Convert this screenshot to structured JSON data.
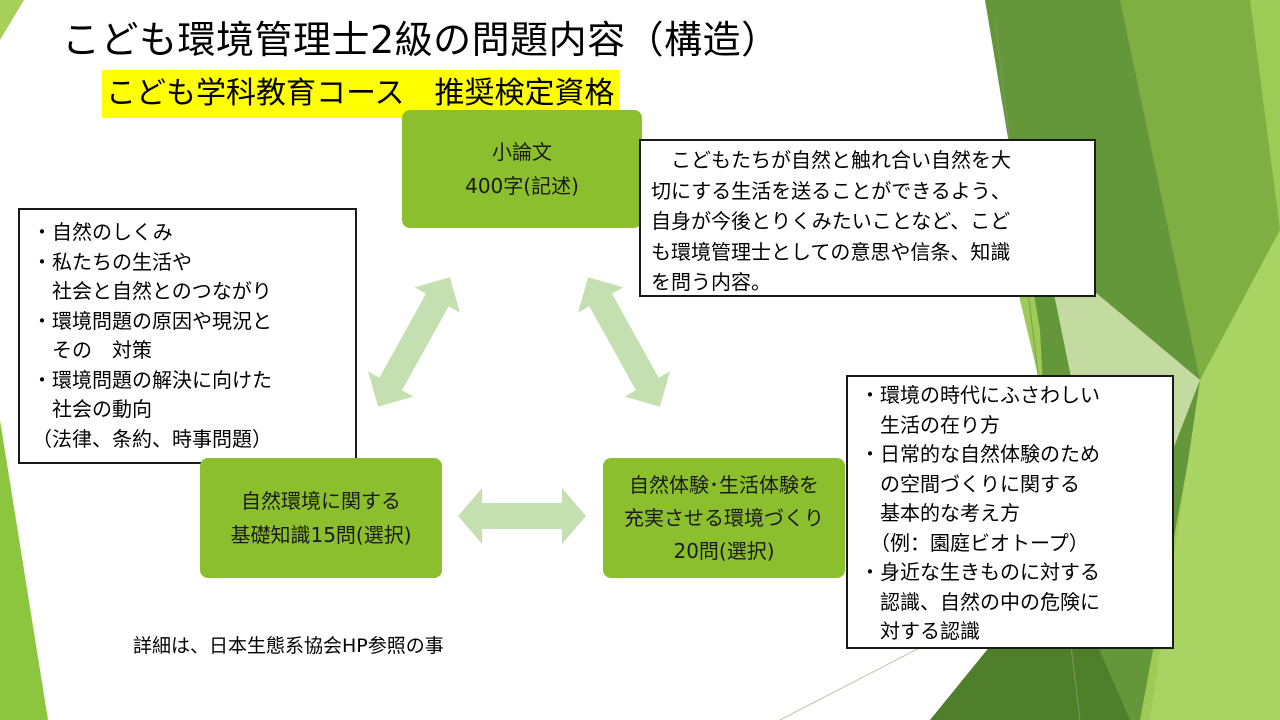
{
  "header": {
    "title": "こども環境管理士2級の問題内容（構造）",
    "subtitle": "こども学科教育コース　推奨検定資格"
  },
  "diagram": {
    "essay": {
      "line1": "小論文",
      "line2": "400字(記述)",
      "description": [
        "　こどもたちが自然と触れ合い自然を大",
        "切にする生活を送ることができるよう、",
        "自身が今後とりくみたいことなど、こど",
        "も環境管理士としての意思や信条、知識",
        "を問う内容。"
      ]
    },
    "basic_knowledge": {
      "line1": "自然環境に関する",
      "line2": "基礎知識15問(選択)",
      "topics": [
        "・自然のしくみ",
        "・私たちの生活や",
        "　社会と自然とのつながり",
        "・環境問題の原因や現況と",
        "　その　対策",
        "・環境問題の解決に向けた",
        "　社会の動向",
        "（法律、条約、時事問題）"
      ]
    },
    "nature_experience": {
      "line1": "自然体験･生活体験を",
      "line2": "充実させる環境づくり",
      "line3": "20問(選択)",
      "topics": [
        "・環境の時代にふさわしい",
        "　生活の在り方",
        "・日常的な自然体験のため",
        "　の空間づくりに関する",
        "　基本的な考え方",
        "　（例：園庭ビオトープ）",
        "・身近な生きものに対する",
        "　認識、自然の中の危険に",
        "　対する認識"
      ]
    },
    "arrow_color": "#c5e0b0",
    "box_color": "#8cbf2e"
  },
  "footer": {
    "note": "詳細は、日本生態系協会HP参照の事"
  }
}
